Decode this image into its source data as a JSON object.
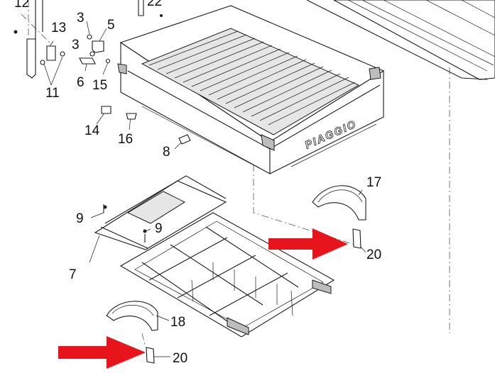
{
  "brand_text": "PIAGGIO",
  "arrow_color": "#e8141b",
  "callouts": [
    {
      "id": "12",
      "label": "12"
    },
    {
      "id": "22",
      "label": "22"
    },
    {
      "id": "13",
      "label": "13"
    },
    {
      "id": "3a",
      "label": "3"
    },
    {
      "id": "5",
      "label": "5"
    },
    {
      "id": "3b",
      "label": "3"
    },
    {
      "id": "6",
      "label": "6"
    },
    {
      "id": "15",
      "label": "15"
    },
    {
      "id": "11",
      "label": "11"
    },
    {
      "id": "14",
      "label": "14"
    },
    {
      "id": "16",
      "label": "16"
    },
    {
      "id": "8",
      "label": "8"
    },
    {
      "id": "17",
      "label": "17"
    },
    {
      "id": "9a",
      "label": "9"
    },
    {
      "id": "9b",
      "label": "9"
    },
    {
      "id": "7",
      "label": "7"
    },
    {
      "id": "20a",
      "label": "20"
    },
    {
      "id": "18",
      "label": "18"
    },
    {
      "id": "20b",
      "label": "20"
    }
  ]
}
